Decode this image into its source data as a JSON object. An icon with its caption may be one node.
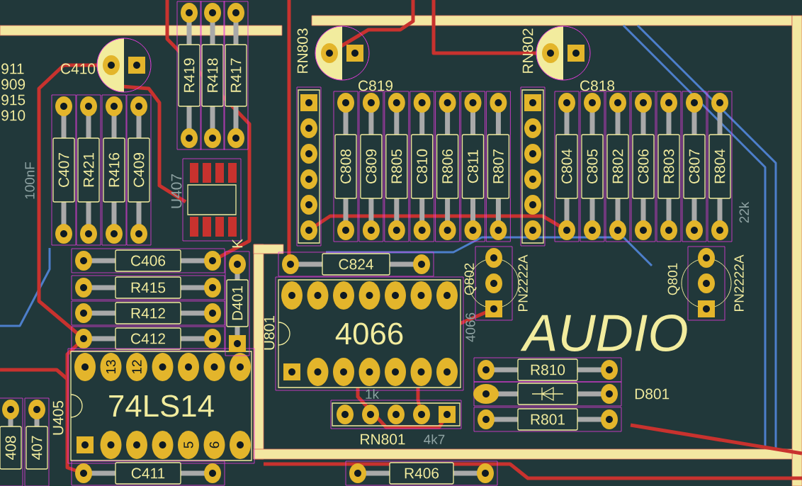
{
  "diagram": {
    "nodes": [
      {
        "text": [
          "C410"
        ]
      },
      {
        "text": [
          "R419"
        ]
      },
      {
        "text": [
          "R418"
        ]
      },
      {
        "text": [
          "R417"
        ]
      },
      {
        "text": [
          "C407"
        ]
      },
      {
        "text": [
          "R421"
        ]
      },
      {
        "text": [
          "R416"
        ]
      },
      {
        "text": [
          "C409"
        ]
      },
      {
        "text": [
          "U407"
        ]
      },
      {
        "text": [
          "C406"
        ]
      },
      {
        "text": [
          "R415"
        ]
      },
      {
        "text": [
          "R412"
        ]
      },
      {
        "text": [
          "C412"
        ]
      },
      {
        "text": [
          "D401"
        ],
        "beside": [
          "K"
        ]
      },
      {
        "text": [
          "74LS14",
          "U405"
        ]
      },
      {
        "text": [
          "C411"
        ]
      },
      {
        "text": [
          "408"
        ]
      },
      {
        "text": [
          "407"
        ]
      },
      {
        "text": [
          "RN803"
        ]
      },
      {
        "text": [
          "C819"
        ]
      },
      {
        "text": [
          "C808"
        ]
      },
      {
        "text": [
          "C809"
        ]
      },
      {
        "text": [
          "R805"
        ]
      },
      {
        "text": [
          "C810"
        ]
      },
      {
        "text": [
          "R806"
        ]
      },
      {
        "text": [
          "C811"
        ]
      },
      {
        "text": [
          "R807"
        ]
      },
      {
        "text": [
          "RN802"
        ]
      },
      {
        "text": [
          "C818"
        ]
      },
      {
        "text": [
          "C804"
        ]
      },
      {
        "text": [
          "C805"
        ]
      },
      {
        "text": [
          "R802"
        ]
      },
      {
        "text": [
          "C806"
        ]
      },
      {
        "text": [
          "R803"
        ]
      },
      {
        "text": [
          "C807"
        ]
      },
      {
        "text": [
          "R804"
        ]
      },
      {
        "text": [
          "C824"
        ]
      },
      {
        "text": [
          "4066",
          "U801"
        ]
      },
      {
        "text": [
          "Q802",
          "PN2222A"
        ]
      },
      {
        "text": [
          "Q801",
          "PN2222A"
        ]
      },
      {
        "text": [
          "R810"
        ]
      },
      {
        "text": [
          "D801"
        ]
      },
      {
        "text": [
          "R801"
        ]
      },
      {
        "text": [
          "RN801"
        ]
      },
      {
        "text": [
          "R406"
        ]
      }
    ],
    "labels": [
      "911",
      "909",
      "915",
      "910",
      "100nF",
      "13",
      "12",
      "5",
      "6",
      "1k",
      "4066",
      "4k7",
      "22k",
      "AUDIO"
    ]
  }
}
